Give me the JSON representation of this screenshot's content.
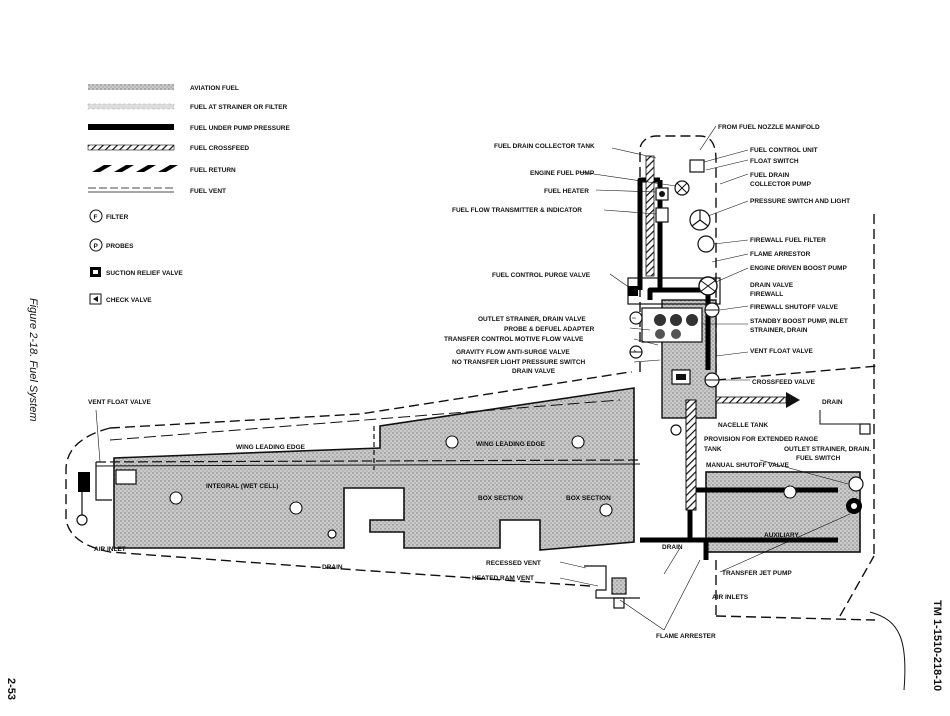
{
  "side": {
    "figure_caption": "Figure 2-18. Fuel System",
    "tm_number": "TM 1-1510-218-10",
    "page_number": "2-53"
  },
  "legend": {
    "aviation_fuel": "AVIATION FUEL",
    "fuel_strainer": "FUEL AT STRAINER OR FILTER",
    "fuel_pump_pressure": "FUEL UNDER PUMP PRESSURE",
    "fuel_crossfeed": "FUEL CROSSFEED",
    "fuel_return": "FUEL RETURN",
    "fuel_vent": "FUEL VENT",
    "filter": "FILTER",
    "probes": "PROBES",
    "suction_relief": "SUCTION RELIEF VALVE",
    "check_valve": "CHECK VALVE",
    "filter_symbol": "F",
    "probe_symbol": "P"
  },
  "callouts": {
    "from_nozzle": "FROM FUEL NOZZLE MANIFOLD",
    "drain_collector_tank": "FUEL DRAIN COLLECTOR TANK",
    "fuel_control_unit": "FUEL CONTROL UNIT",
    "float_switch": "FLOAT SWITCH",
    "engine_fuel_pump": "ENGINE FUEL PUMP",
    "fuel_drain": "FUEL DRAIN",
    "collector_pump": "COLLECTOR PUMP",
    "fuel_heater": "FUEL HEATER",
    "pressure_switch_light": "PRESSURE SWITCH AND LIGHT",
    "flow_transmitter": "FUEL FLOW TRANSMITTER & INDICATOR",
    "firewall_filter": "FIREWALL FUEL FILTER",
    "flame_arrestor": "FLAME ARRESTOR",
    "engine_boost_pump": "ENGINE DRIVEN BOOST PUMP",
    "purge_valve": "FUEL CONTROL PURGE VALVE",
    "drain_valve_a": "DRAIN VALVE",
    "firewall": "FIREWALL",
    "firewall_shutoff": "FIREWALL SHUTOFF VALVE",
    "outlet_strainer_drain": "OUTLET STRAINER, DRAIN VALVE",
    "standby_pump": "STANDBY BOOST PUMP, INLET",
    "strainer_drain": "STRAINER, DRAIN",
    "probe_defuel": "PROBE & DEFUEL ADAPTER",
    "transfer_motive": "TRANSFER CONTROL MOTIVE FLOW VALVE",
    "vent_float_right": "VENT FLOAT VALVE",
    "gravity_flow": "GRAVITY FLOW ANTI-SURGE VALVE",
    "no_transfer_light": "NO TRANSFER LIGHT PRESSURE SWITCH",
    "drain_valve_b": "DRAIN VALVE",
    "crossfeed_valve": "CROSSFEED VALVE",
    "vent_float_left": "VENT FLOAT VALVE",
    "drain_top": "DRAIN",
    "nacelle_tank": "NACELLE TANK",
    "extended_range": "PROVISION FOR EXTENDED RANGE",
    "tank": "TANK",
    "outlet_strainer_drain_r": "OUTLET STRAINER, DRAIN.",
    "fuel_switch": "FUEL SWITCH",
    "manual_shutoff": "MANUAL SHUTOFF VALVE",
    "wing_leading_edge_1": "WING LEADING EDGE",
    "wing_leading_edge_2": "WING LEADING EDGE",
    "integral": "INTEGRAL (WET CELL)",
    "box_section_1": "BOX SECTION",
    "box_section_2": "BOX SECTION",
    "auxiliary": "AUXILIARY",
    "air_inlet": "AIR INLET",
    "drain_wing": "DRAIN",
    "drain_mid": "DRAIN",
    "recessed_vent": "RECESSED VENT",
    "heated_ram_vent": "HEATED RAM VENT",
    "transfer_jet_pump": "TRANSFER JET PUMP",
    "air_inlets": "AIR INLETS",
    "flame_arrester": "FLAME ARRESTER"
  }
}
